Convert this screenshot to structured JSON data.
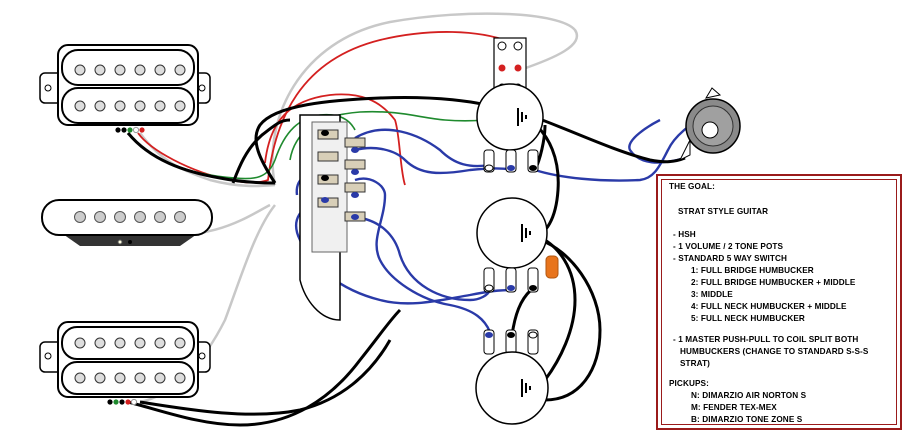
{
  "goal": {
    "title": "THE GOAL:",
    "lines": [
      "STRAT STYLE GUITAR",
      "- HSH",
      "- 1 VOLUME / 2 TONE POTS",
      "- STANDARD 5 WAY SWITCH",
      "1: FULL BRIDGE HUMBUCKER",
      "2: FULL BRIDGE HUMBUCKER + MIDDLE",
      "3: MIDDLE",
      "4: FULL NECK HUMBUCKER + MIDDLE",
      "5: FULL NECK HUMBUCKER",
      "- 1 MASTER PUSH-PULL TO COIL SPLIT BOTH",
      "HUMBUCKERS (CHANGE TO STANDARD S-S-S",
      "STRAT)",
      "PICKUPS:",
      "N: DIMARZIO AIR NORTON S",
      "M: FENDER TEX-MEX",
      "B: DIMARZIO TONE ZONE S"
    ]
  },
  "colors": {
    "box_border": "#9a1b1b",
    "wire_black": "#000000",
    "wire_red": "#d42020",
    "wire_green": "#1f8a2e",
    "wire_blue": "#2a3aa8",
    "wire_white": "#c8c8c8",
    "capacitor": "#e8741c",
    "jack_body": "#8a8a8a"
  },
  "components": {
    "neck_pickup": "humbucker",
    "middle_pickup": "single-coil",
    "bridge_pickup": "humbucker",
    "switch": "5-way switch",
    "volume_pot": "push-pull pot",
    "tone_pot_1": "pot",
    "tone_pot_2": "pot",
    "output_jack": "jack"
  }
}
